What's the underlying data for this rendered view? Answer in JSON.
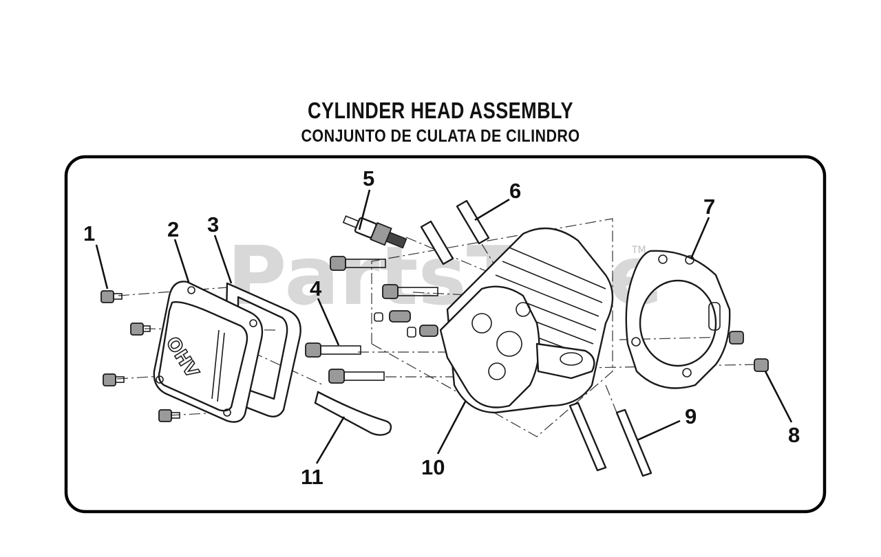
{
  "title": "CYLINDER HEAD ASSEMBLY",
  "subtitle": "CONJUNTO DE CULATA DE CILINDRO",
  "watermark": {
    "text": "PartsTree",
    "trademark": "TM"
  },
  "cover_marking": "OHV",
  "callouts": [
    "1",
    "2",
    "3",
    "4",
    "5",
    "6",
    "7",
    "8",
    "9",
    "10",
    "11"
  ],
  "colors": {
    "ink": "#111111",
    "frame": "#000000",
    "watermark": "#d8d8d8"
  }
}
